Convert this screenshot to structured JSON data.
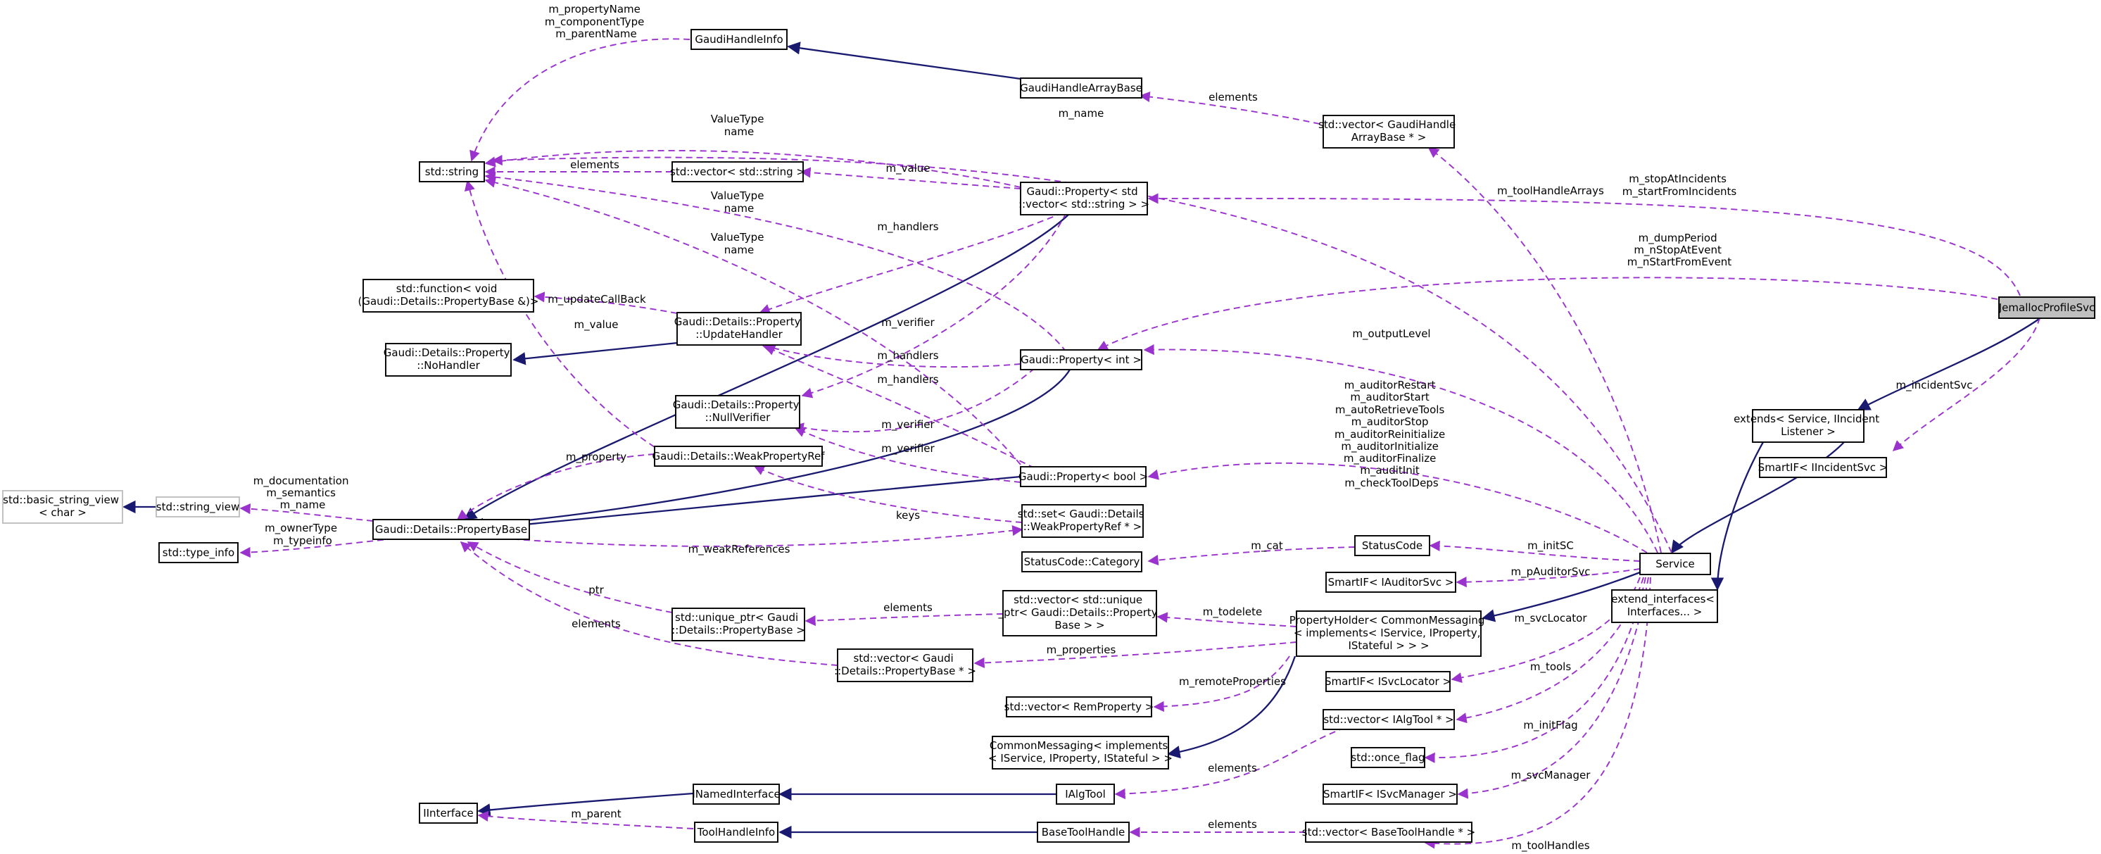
{
  "colors": {
    "inheritance_edge": "#191970",
    "usage_edge": "#9a32cd",
    "focus_node_fill": "#bfbfbf",
    "external_node_border": "#bfbfbf"
  },
  "nodes": {
    "jemalloc": "JemallocProfileSvc",
    "extends": [
      "extends< Service, IIncident",
      "Listener >"
    ],
    "smartif_incident": "SmartIF< IIncidentSvc >",
    "service": "Service",
    "extend_interfaces": [
      "extend_interfaces<",
      "Interfaces... >"
    ],
    "gaudi_handle_info": "GaudiHandleInfo",
    "gaudi_handle_array_base": "GaudiHandleArrayBase",
    "vector_gaudi_handle": [
      "std::vector< GaudiHandle",
      "ArrayBase * >"
    ],
    "std_string": "std::string",
    "vector_string": "std::vector< std::string >",
    "property_vector_string": [
      "Gaudi::Property< std",
      "::vector< std::string > >"
    ],
    "std_function": [
      "std::function< void",
      "(Gaudi::Details::PropertyBase &)>"
    ],
    "update_handler": [
      "Gaudi::Details::Property",
      "::UpdateHandler"
    ],
    "no_handler": [
      "Gaudi::Details::Property",
      "::NoHandler"
    ],
    "null_verifier": [
      "Gaudi::Details::Property",
      "::NullVerifier"
    ],
    "property_int": "Gaudi::Property< int >",
    "weak_property_ref": "Gaudi::Details::WeakPropertyRef",
    "property_bool": "Gaudi::Property< bool >",
    "basic_string_view": [
      "std::basic_string_view",
      "< char >"
    ],
    "string_view": "std::string_view",
    "property_base": "Gaudi::Details::PropertyBase",
    "type_info": "std::type_info",
    "set_weak_ref": [
      "std::set< Gaudi::Details",
      "::WeakPropertyRef * >"
    ],
    "status_code_category": "StatusCode::Category",
    "status_code": "StatusCode",
    "smartif_auditor": "SmartIF< IAuditorSvc >",
    "unique_ptr": [
      "std::unique_ptr< Gaudi",
      "::Details::PropertyBase >"
    ],
    "vector_unique_ptr": [
      "std::vector< std::unique",
      "_ptr< Gaudi::Details::Property",
      "Base > >"
    ],
    "property_holder": [
      "PropertyHolder< CommonMessaging",
      "< implements< IService, IProperty,",
      "IStateful > > >"
    ],
    "vector_property_base": [
      "std::vector< Gaudi",
      "::Details::PropertyBase * >"
    ],
    "smartif_svclocator": "SmartIF< ISvcLocator >",
    "vector_remproperty": "std::vector< RemProperty >",
    "vector_ialgtool": "std::vector< IAlgTool * >",
    "common_messaging": [
      "CommonMessaging< implements",
      "< IService, IProperty, IStateful > >"
    ],
    "once_flag": "std::once_flag",
    "inamed_interface": "INamedInterface",
    "ialgtool": "IAlgTool",
    "smartif_svcmanager": "SmartIF< ISvcManager >",
    "iinterface": "IInterface",
    "tool_handle_info": "ToolHandleInfo",
    "base_tool_handle": "BaseToolHandle",
    "vector_base_tool_handle": "std::vector< BaseToolHandle * >"
  },
  "edge_labels": {
    "handle_info_to_string": [
      "m_propertyName",
      "m_componentType",
      "m_parentName"
    ],
    "array_elements": "elements",
    "m_name": "m_name",
    "tool_handle_arrays": "m_toolHandleArrays",
    "stop_start_incidents": [
      "m_stopAtIncidents",
      "m_startFromIncidents"
    ],
    "value_type_name_1": [
      "ValueType",
      "name"
    ],
    "vector_string_elements": "elements",
    "m_value_vs": "m_value",
    "value_type_name_2": [
      "ValueType",
      "name"
    ],
    "m_handlers_1": "m_handlers",
    "value_type_name_3": [
      "ValueType",
      "name"
    ],
    "dump_period": [
      "m_dumpPeriod",
      "m_nStopAtEvent",
      "m_nStartFromEvent"
    ],
    "update_callback": "m_updateCallBack",
    "m_value_weak": "m_value",
    "m_verifier_1": "m_verifier",
    "m_output_level": "m_outputLevel",
    "m_handlers_2": "m_handlers",
    "m_handlers_3": "m_handlers",
    "m_incident_svc": "m_incidentSvc",
    "m_verifier_2": "m_verifier",
    "m_verifier_3": "m_verifier",
    "auditor_flags": [
      "m_auditorRestart",
      "m_auditorStart",
      "m_autoRetrieveTools",
      "m_auditorStop",
      "m_auditorReinitialize",
      "m_auditorInitialize",
      "m_auditorFinalize",
      "m_auditInit",
      "m_checkToolDeps"
    ],
    "m_property": "m_property",
    "doc_semantics": [
      "m_documentation",
      "m_semantics",
      "m_name"
    ],
    "keys": "keys",
    "owner_type": [
      "m_ownerType",
      "m_typeinfo"
    ],
    "m_weak_references": "m_weakReferences",
    "m_cat": "m_cat",
    "m_init_sc": "m_initSC",
    "m_p_auditor_svc": "m_pAuditorSvc",
    "ptr": "ptr",
    "unique_elements": "elements",
    "m_todelete": "m_todelete",
    "m_svc_locator": "m_svcLocator",
    "pb_elements": "elements",
    "m_properties": "m_properties",
    "m_tools": "m_tools",
    "m_remote_properties": "m_remoteProperties",
    "m_init_flag": "m_initFlag",
    "ialgtool_elements": "elements",
    "m_svc_manager": "m_svcManager",
    "m_parent": "m_parent",
    "base_tool_elements": "elements",
    "m_tool_handles": "m_toolHandles"
  }
}
